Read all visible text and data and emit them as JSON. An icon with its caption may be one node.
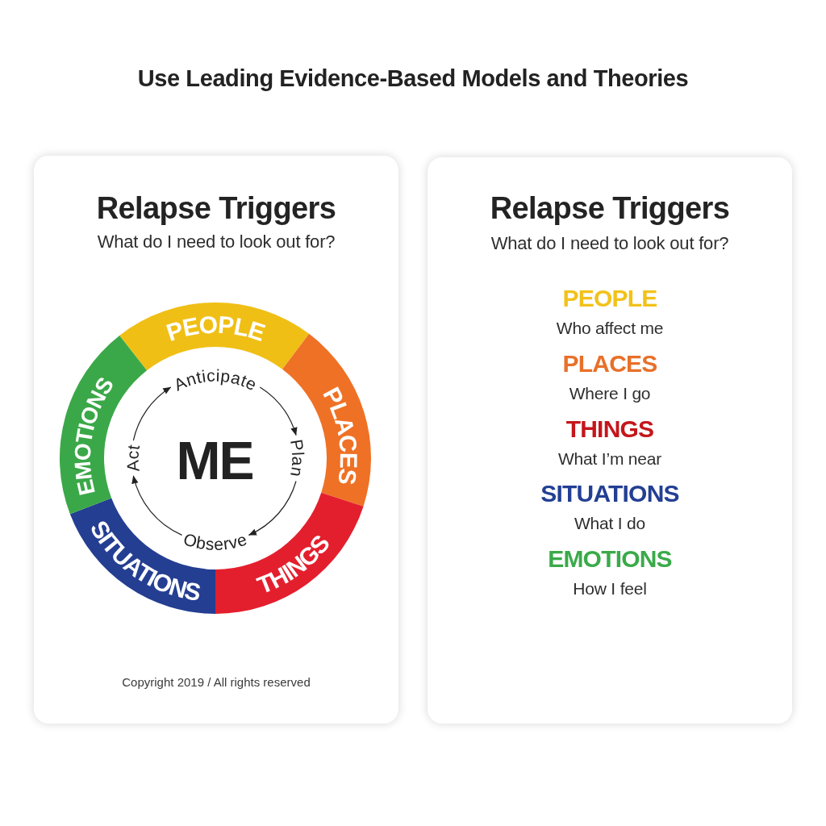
{
  "diagram": {
    "title": "Use Leading Evidence-Based Models and Theories",
    "nodes": [
      {
        "text": [
          "Relapse Triggers",
          "What do I need to look out for?",
          "Copyright 2019 / All rights reserved"
        ]
      },
      {
        "text": [
          "PEOPLE"
        ],
        "in": 0
      },
      {
        "text": [
          "PLACES"
        ],
        "in": 0
      },
      {
        "text": [
          "THINGS"
        ],
        "in": 0
      },
      {
        "text": [
          "SITUATIONS"
        ],
        "in": 0
      },
      {
        "text": [
          "EMOTIONS"
        ],
        "in": 0
      },
      {
        "text": [
          "Anticipate"
        ],
        "in": 0
      },
      {
        "text": [
          "Plan"
        ],
        "in": 0
      },
      {
        "text": [
          "Observe"
        ],
        "in": 0
      },
      {
        "text": [
          "Act"
        ],
        "in": 0
      },
      {
        "text": [
          "Relapse Triggers",
          "What do I need to look out for?",
          "PEOPLE",
          "Who affect me",
          "PLACES",
          "Where I go",
          "THINGS",
          "What I’m near",
          "SITUATIONS",
          "What I do",
          "EMOTIONS",
          "How I feel"
        ]
      }
    ],
    "edges": [
      {
        "from": 6,
        "to": 7,
        "arrow": "to"
      },
      {
        "from": 7,
        "to": 8,
        "arrow": "to"
      },
      {
        "from": 8,
        "to": 9,
        "arrow": "to"
      },
      {
        "from": 9,
        "to": 6,
        "arrow": "to"
      }
    ],
    "labels": [
      "ME"
    ]
  }
}
